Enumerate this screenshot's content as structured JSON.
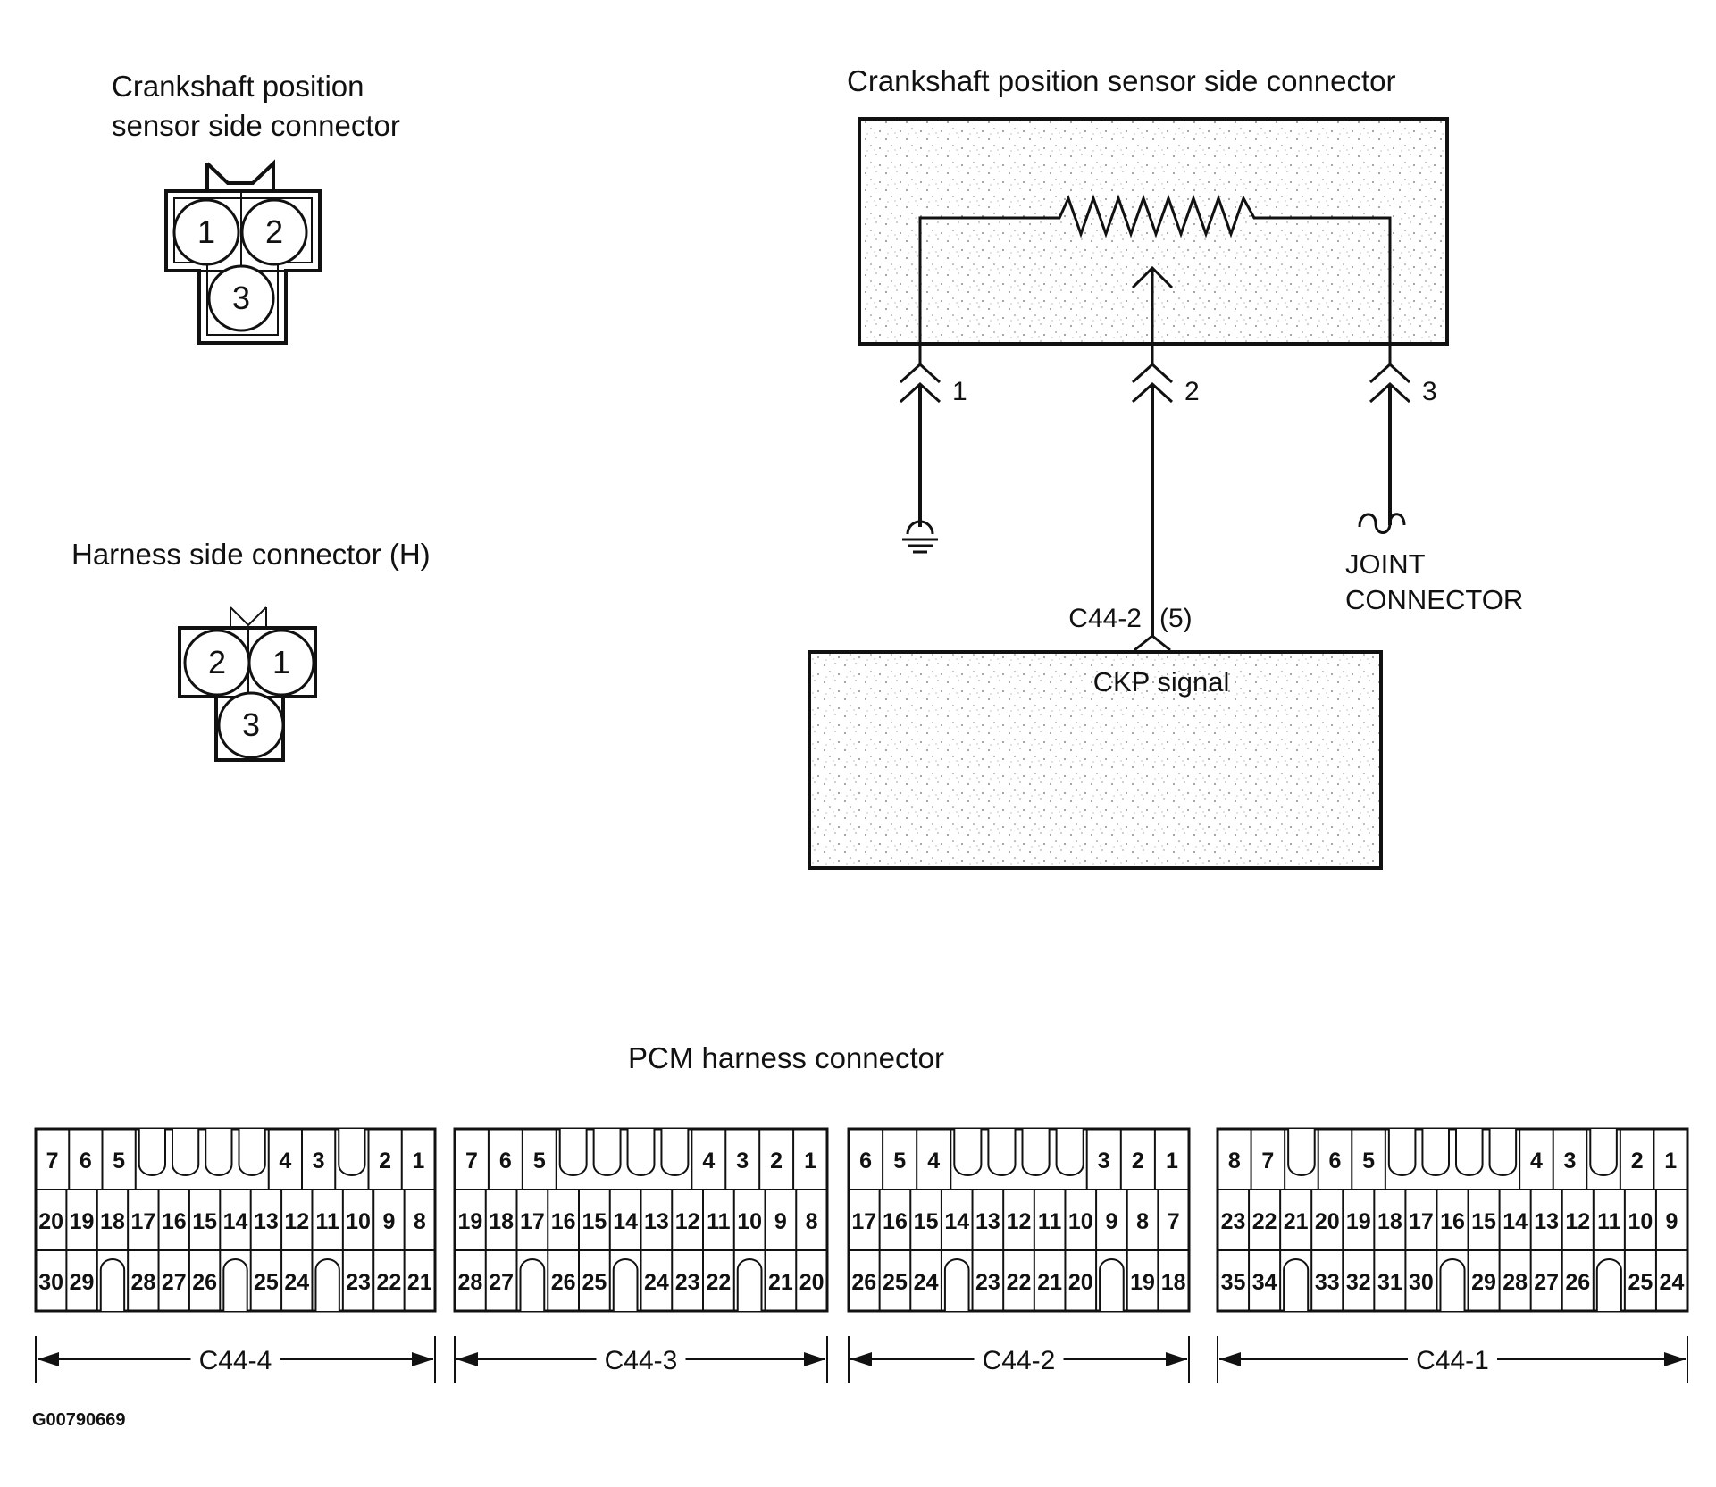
{
  "sensor_connector": {
    "title_line1": "Crankshaft position",
    "title_line2": "sensor side connector",
    "pins": [
      "1",
      "2",
      "3"
    ]
  },
  "harness_connector": {
    "title": "Harness side connector (H)",
    "pins": [
      "2",
      "1",
      "3"
    ]
  },
  "schematic": {
    "title": "Crankshaft position sensor side connector",
    "pin_labels": [
      "1",
      "2",
      "3"
    ],
    "pcm_pin": "C44-2",
    "pcm_pin_index": "(5)",
    "pcm_signal": "CKP signal",
    "joint_line1": "JOINT",
    "joint_line2": "CONNECTOR"
  },
  "pcm": {
    "title": "PCM harness connector",
    "connectors": [
      {
        "label": "C44-4",
        "row1": [
          "7",
          "6",
          "5",
          "",
          "",
          "",
          "",
          "4",
          "3",
          "",
          "2",
          "1"
        ],
        "row2": [
          "20",
          "19",
          "18",
          "17",
          "16",
          "15",
          "14",
          "13",
          "12",
          "11",
          "10",
          "9",
          "8"
        ],
        "row3": [
          "30",
          "29",
          "",
          "28",
          "27",
          "26",
          "",
          "25",
          "24",
          "",
          "23",
          "22",
          "21"
        ]
      },
      {
        "label": "C44-3",
        "row1": [
          "7",
          "6",
          "5",
          "",
          "",
          "",
          "",
          "4",
          "3",
          "2",
          "1"
        ],
        "row2": [
          "19",
          "18",
          "17",
          "16",
          "15",
          "14",
          "13",
          "12",
          "11",
          "10",
          "9",
          "8"
        ],
        "row3": [
          "28",
          "27",
          "",
          "26",
          "25",
          "",
          "24",
          "23",
          "22",
          "",
          "21",
          "20"
        ]
      },
      {
        "label": "C44-2",
        "row1": [
          "6",
          "5",
          "4",
          "",
          "",
          "",
          "",
          "3",
          "2",
          "1"
        ],
        "row2": [
          "17",
          "16",
          "15",
          "14",
          "13",
          "12",
          "11",
          "10",
          "9",
          "8",
          "7"
        ],
        "row3": [
          "26",
          "25",
          "24",
          "",
          "23",
          "22",
          "21",
          "20",
          "",
          "19",
          "18"
        ]
      },
      {
        "label": "C44-1",
        "row1": [
          "8",
          "7",
          "",
          "6",
          "5",
          "",
          "",
          "",
          "",
          "4",
          "3",
          "",
          "2",
          "1"
        ],
        "row2": [
          "23",
          "22",
          "21",
          "20",
          "19",
          "18",
          "17",
          "16",
          "15",
          "14",
          "13",
          "12",
          "11",
          "10",
          "9"
        ],
        "row3": [
          "35",
          "34",
          "",
          "33",
          "32",
          "31",
          "30",
          "",
          "29",
          "28",
          "27",
          "26",
          "",
          "25",
          "24"
        ]
      }
    ]
  },
  "figure_id": "G00790669"
}
